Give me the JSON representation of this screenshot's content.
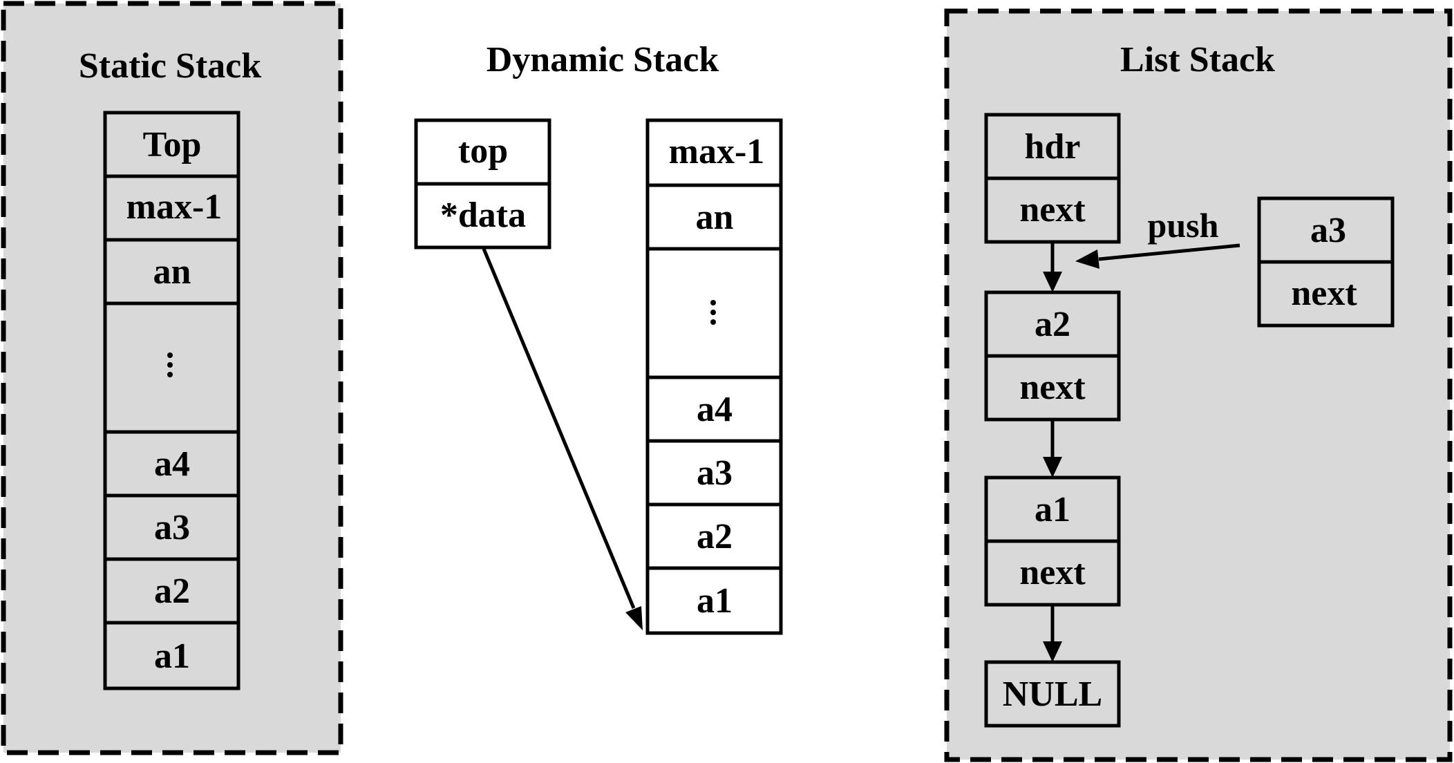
{
  "static_stack": {
    "title": "Static Stack",
    "cells": [
      "Top",
      "max-1",
      "an",
      "",
      "a4",
      "a3",
      "a2",
      "a1"
    ]
  },
  "dynamic_stack": {
    "title": "Dynamic Stack",
    "struct_cells": [
      "top",
      "*data"
    ],
    "array_cells": [
      "max-1",
      "an",
      "",
      "a4",
      "a3",
      "a2",
      "a1"
    ]
  },
  "list_stack": {
    "title": "List Stack",
    "nodes": [
      {
        "value": "hdr",
        "link": "next"
      },
      {
        "value": "a2",
        "link": "next"
      },
      {
        "value": "a1",
        "link": "next"
      }
    ],
    "null_label": "NULL",
    "new_node": {
      "value": "a3",
      "link": "next"
    },
    "push_label": "push"
  },
  "colors": {
    "panel_fill": "#d9d9d9",
    "stroke": "#000000",
    "background": "#ffffff"
  }
}
